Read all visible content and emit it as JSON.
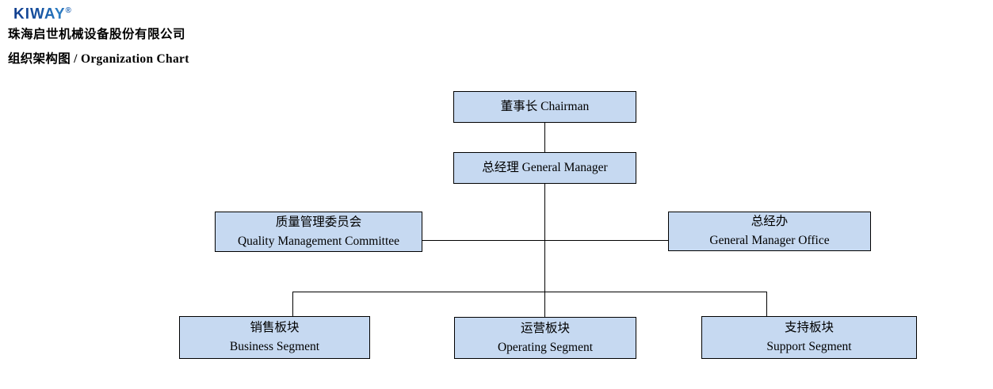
{
  "header": {
    "logo_text": "KIWAY",
    "registered_mark": "®",
    "company_name": "珠海启世机械设备股份有限公司",
    "page_title": "组织架构图 / Organization Chart"
  },
  "colors": {
    "logo_blue_dark": "#123f8f",
    "logo_blue_light": "#2b7fc4",
    "node_fill": "#c6d9f1",
    "node_border": "#000000",
    "connector_line": "#000000",
    "text": "#000000",
    "background": "#ffffff"
  },
  "org": {
    "nodes": {
      "chairman": {
        "lines": [
          "董事长 Chairman"
        ]
      },
      "general_manager": {
        "lines": [
          "总经理 General Manager"
        ]
      },
      "quality_management_committee": {
        "lines": [
          "质量管理委员会",
          "Quality Management Committee"
        ]
      },
      "general_manager_office": {
        "lines": [
          "总经办",
          "General Manager Office"
        ]
      },
      "business_segment": {
        "lines": [
          "销售板块",
          "Business Segment"
        ]
      },
      "operating_segment": {
        "lines": [
          "运营板块",
          "Operating Segment"
        ]
      },
      "support_segment": {
        "lines": [
          "支持板块",
          "Support Segment"
        ]
      }
    }
  }
}
